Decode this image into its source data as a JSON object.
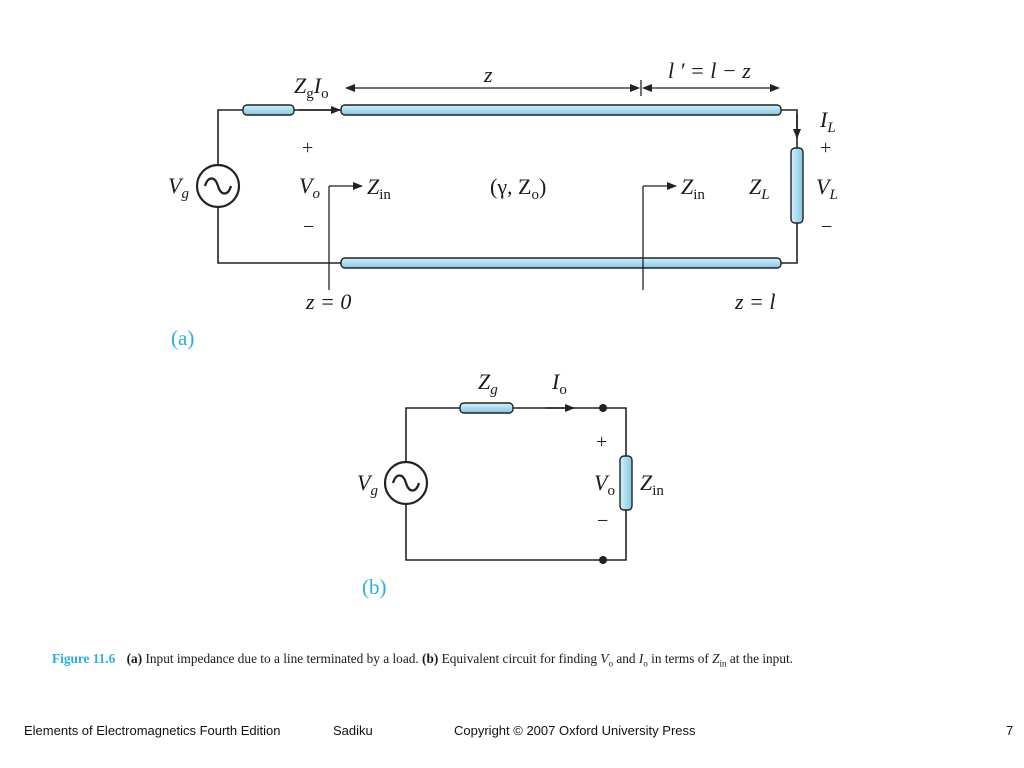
{
  "diagram_a": {
    "label": "(a)",
    "zg_i0_label": {
      "Z": "Z",
      "g": "g",
      "I": "I",
      "o": "o"
    },
    "z_dim": "z",
    "lprime_dim": "l ′ = l − z",
    "il_label": {
      "I": "I",
      "L": "L"
    },
    "plus": "+",
    "minus": "−",
    "vg_label": {
      "V": "V",
      "g": "g"
    },
    "vo_label": {
      "V": "V",
      "o": "o"
    },
    "zin_label": {
      "Z": "Z",
      "in": "in"
    },
    "line_params": "(γ, Z",
    "line_params_sub": "o",
    "line_params_close": ")",
    "zl_label": {
      "Z": "Z",
      "L": "L"
    },
    "vl_label": {
      "V": "V",
      "L": "L"
    },
    "z0_label": "z = 0",
    "zl_pos_label": "z = l"
  },
  "diagram_b": {
    "label": "(b)",
    "zg_label": {
      "Z": "Z",
      "g": "g"
    },
    "i0_label": {
      "I": "I",
      "o": "o"
    },
    "plus": "+",
    "minus": "−",
    "vg_label": {
      "V": "V",
      "g": "g"
    },
    "vo_label": {
      "V": "V",
      "o": "o"
    },
    "zin_label": {
      "Z": "Z",
      "in": "in"
    }
  },
  "caption": {
    "figure_number": "Figure 11.6",
    "part_a": "(a)",
    "text_a": "Input impedance due to a line terminated by a load.",
    "part_b": "(b)",
    "text_b_1": "Equivalent circuit for finding",
    "v": "V",
    "v_sub": "o",
    "and": "and",
    "i": "I",
    "i_sub": "o",
    "in_terms": "in terms of",
    "z": "Z",
    "z_sub": "in",
    "end": "at the input."
  },
  "footer": {
    "book": "Elements of Electromagnetics Fourth Edition",
    "author": "Sadiku",
    "copyright": "Copyright © 2007 Oxford University Press",
    "page": "7"
  },
  "colors": {
    "element_fill": "#a9dcef",
    "accent": "#29aee6",
    "wire": "#222222"
  }
}
